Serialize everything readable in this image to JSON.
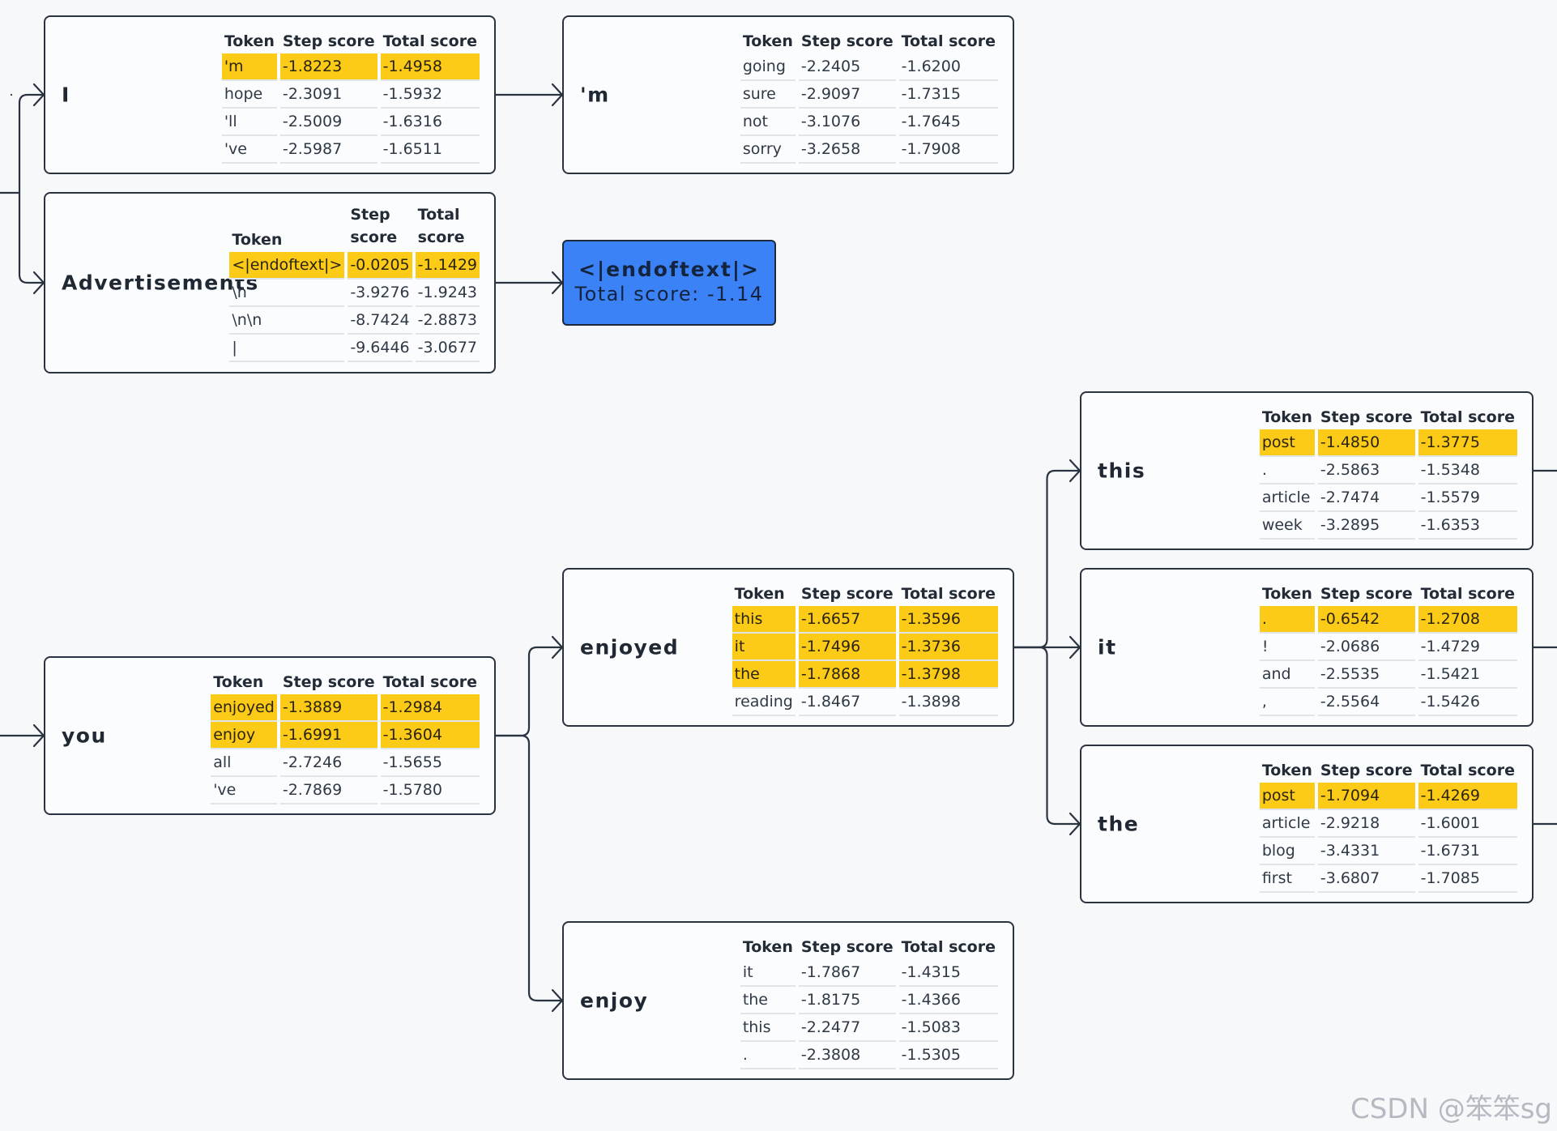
{
  "headers": {
    "token": "Token",
    "step": "Step score",
    "total": "Total score"
  },
  "nodes": [
    {
      "id": "I",
      "label": "I",
      "rows": [
        {
          "token": "'m",
          "step": "-1.8223",
          "total": "-1.4958",
          "highlight": true
        },
        {
          "token": "hope",
          "step": "-2.3091",
          "total": "-1.5932",
          "highlight": false
        },
        {
          "token": "'ll",
          "step": "-2.5009",
          "total": "-1.6316",
          "highlight": false
        },
        {
          "token": "'ve",
          "step": "-2.5987",
          "total": "-1.6511",
          "highlight": false
        }
      ]
    },
    {
      "id": "Advertisements",
      "label": "Advertisements",
      "wrapHeaders": true,
      "rows": [
        {
          "token": "<|endoftext|>",
          "step": "-0.0205",
          "total": "-1.1429",
          "highlight": true
        },
        {
          "token": "\\n",
          "step": "-3.9276",
          "total": "-1.9243",
          "highlight": false
        },
        {
          "token": "\\n\\n",
          "step": "-8.7424",
          "total": "-2.8873",
          "highlight": false
        },
        {
          "token": "|",
          "step": "-9.6446",
          "total": "-3.0677",
          "highlight": false
        }
      ]
    },
    {
      "id": "m",
      "label": "'m",
      "rows": [
        {
          "token": "going",
          "step": "-2.2405",
          "total": "-1.6200",
          "highlight": false
        },
        {
          "token": "sure",
          "step": "-2.9097",
          "total": "-1.7315",
          "highlight": false
        },
        {
          "token": "not",
          "step": "-3.1076",
          "total": "-1.7645",
          "highlight": false
        },
        {
          "token": "sorry",
          "step": "-3.2658",
          "total": "-1.7908",
          "highlight": false
        }
      ]
    },
    {
      "id": "you",
      "label": "you",
      "rows": [
        {
          "token": "enjoyed",
          "step": "-1.3889",
          "total": "-1.2984",
          "highlight": true
        },
        {
          "token": "enjoy",
          "step": "-1.6991",
          "total": "-1.3604",
          "highlight": true
        },
        {
          "token": "all",
          "step": "-2.7246",
          "total": "-1.5655",
          "highlight": false
        },
        {
          "token": "'ve",
          "step": "-2.7869",
          "total": "-1.5780",
          "highlight": false
        }
      ]
    },
    {
      "id": "enjoyed",
      "label": "enjoyed",
      "rows": [
        {
          "token": "this",
          "step": "-1.6657",
          "total": "-1.3596",
          "highlight": true
        },
        {
          "token": "it",
          "step": "-1.7496",
          "total": "-1.3736",
          "highlight": true
        },
        {
          "token": "the",
          "step": "-1.7868",
          "total": "-1.3798",
          "highlight": true
        },
        {
          "token": "reading",
          "step": "-1.8467",
          "total": "-1.3898",
          "highlight": false
        }
      ]
    },
    {
      "id": "enjoy",
      "label": "enjoy",
      "rows": [
        {
          "token": "it",
          "step": "-1.7867",
          "total": "-1.4315",
          "highlight": false
        },
        {
          "token": "the",
          "step": "-1.8175",
          "total": "-1.4366",
          "highlight": false
        },
        {
          "token": "this",
          "step": "-2.2477",
          "total": "-1.5083",
          "highlight": false
        },
        {
          "token": ".",
          "step": "-2.3808",
          "total": "-1.5305",
          "highlight": false
        }
      ]
    },
    {
      "id": "this",
      "label": "this",
      "rows": [
        {
          "token": "post",
          "step": "-1.4850",
          "total": "-1.3775",
          "highlight": true
        },
        {
          "token": ".",
          "step": "-2.5863",
          "total": "-1.5348",
          "highlight": false
        },
        {
          "token": "article",
          "step": "-2.7474",
          "total": "-1.5579",
          "highlight": false
        },
        {
          "token": "week",
          "step": "-3.2895",
          "total": "-1.6353",
          "highlight": false
        }
      ]
    },
    {
      "id": "it",
      "label": "it",
      "rows": [
        {
          "token": ".",
          "step": "-0.6542",
          "total": "-1.2708",
          "highlight": true
        },
        {
          "token": "!",
          "step": "-2.0686",
          "total": "-1.4729",
          "highlight": false
        },
        {
          "token": "and",
          "step": "-2.5535",
          "total": "-1.5421",
          "highlight": false
        },
        {
          "token": ",",
          "step": "-2.5564",
          "total": "-1.5426",
          "highlight": false
        }
      ]
    },
    {
      "id": "the",
      "label": "the",
      "rows": [
        {
          "token": "post",
          "step": "-1.7094",
          "total": "-1.4269",
          "highlight": true
        },
        {
          "token": "article",
          "step": "-2.9218",
          "total": "-1.6001",
          "highlight": false
        },
        {
          "token": "blog",
          "step": "-3.4331",
          "total": "-1.6731",
          "highlight": false
        },
        {
          "token": "first",
          "step": "-3.6807",
          "total": "-1.7085",
          "highlight": false
        }
      ]
    }
  ],
  "final": {
    "token": "<|endoftext|>",
    "score": "Total score: -1.14"
  },
  "edges": [
    {
      "from": "I",
      "to": "m"
    },
    {
      "from": "Advertisements",
      "to": "final"
    },
    {
      "from": "you",
      "to": "enjoyed"
    },
    {
      "from": "you",
      "to": "enjoy"
    },
    {
      "from": "enjoyed",
      "to": "this"
    },
    {
      "from": "enjoyed",
      "to": "it"
    },
    {
      "from": "enjoyed",
      "to": "the"
    }
  ],
  "watermark": "CSDN @笨笨sg"
}
